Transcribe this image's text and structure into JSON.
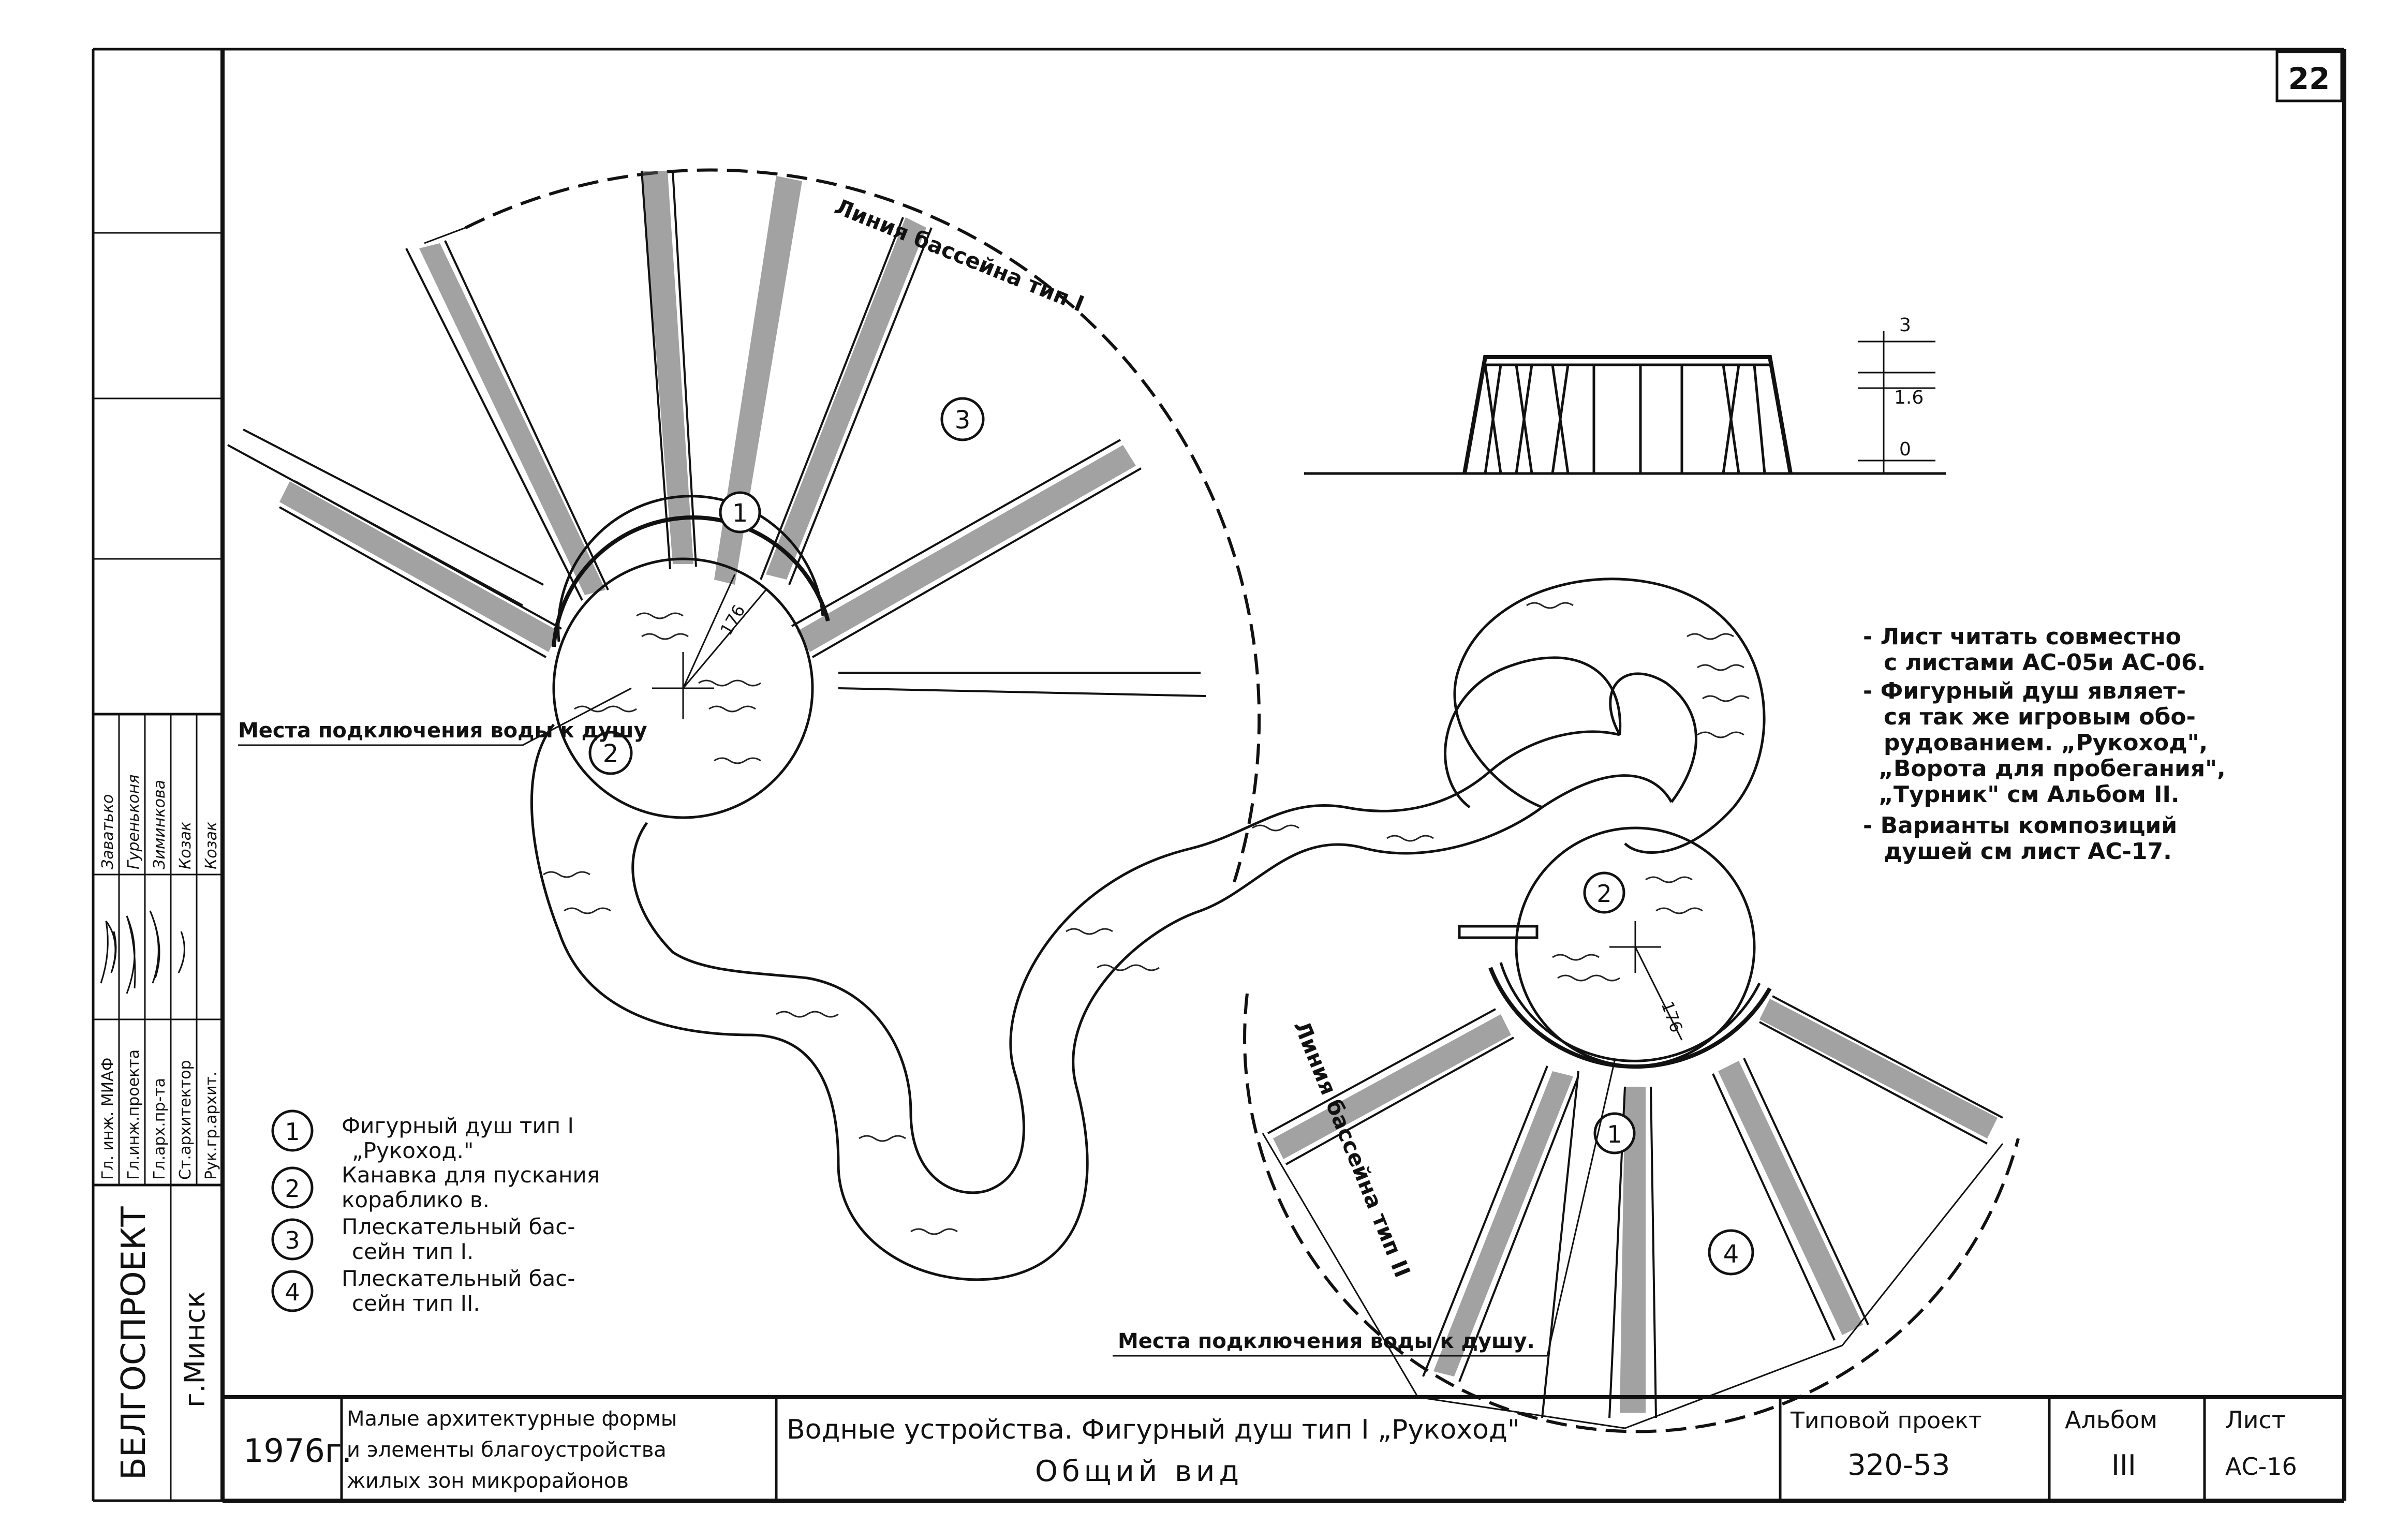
{
  "sheet_number": "22",
  "left_stamp": {
    "org": "БЕЛГОСПРОЕКТ",
    "city": "г.Минск",
    "roles": [
      "Гл. инж. МИАФ",
      "Гл.инж.проекта",
      "Гл.арх.пр-та",
      "Ст.архитектор",
      "Рук.гр.архит."
    ],
    "names": [
      "Заватько",
      "Гуреньконя",
      "Зиминкова",
      "Козак",
      "Козак"
    ]
  },
  "labels": {
    "pool_line_top": "Линия бассейна тип I",
    "pool_line_bottom": "Линия бассейна тип II",
    "water_connection_left": "Места подключения воды к душу",
    "water_connection_right": "Места подключения воды к душу.",
    "circle_1": "1",
    "circle_2": "2",
    "circle_3": "3",
    "circle_4": "4",
    "dim_top": "176",
    "dim_bottom": "176"
  },
  "elevation": {
    "marks": [
      "3",
      "1.6",
      "0"
    ]
  },
  "notes": [
    "- Лист читать совместно с листами АС-05и АС-06.",
    "- Фигурный душ являет- ся так же игровым обо- рудованием. „Рукоход\", „Ворота для пробегания\", „Турник\" см Альбом II.",
    "- Варианты композиций душей см лист АС-17."
  ],
  "legend": [
    {
      "num": "1",
      "text": "Фигурный душ тип I „Рукоход.\""
    },
    {
      "num": "2",
      "text": "Канавка для пускания кораблико в."
    },
    {
      "num": "3",
      "text": "Плескательный бас- сейн тип I."
    },
    {
      "num": "4",
      "text": "Плескательный бас- сейн тип II."
    }
  ],
  "title_block": {
    "year": "1976г.",
    "series": [
      "Малые архитектурные формы",
      "и элементы благоустройства",
      "жилых зон микрорайонов"
    ],
    "title_line1": "Водные устройства. Фигурный душ тип I „Рукоход\"",
    "title_line2": "Общий вид",
    "project_label": "Типовой проект",
    "project_value": "320-53",
    "album_label": "Альбом",
    "album_value": "III",
    "sheet_label": "Лист",
    "sheet_value": "АС-16"
  }
}
